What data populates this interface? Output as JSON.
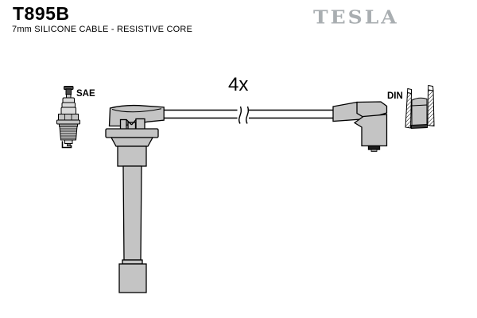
{
  "header": {
    "part_number": "T895B",
    "subtitle": "7mm SILICONE CABLE - RESISTIVE CORE",
    "brand_logo": "TESLA",
    "brand_color": "#A9AEB1"
  },
  "diagram": {
    "quantity_label": "4x",
    "sae_label": "SAE",
    "din_label": "DIN",
    "colors": {
      "background": "#FFFFFF",
      "part_fill": "#C4C4C4",
      "part_fill_light": "#DBDBDB",
      "outline": "#000000"
    },
    "icons": {
      "spark_plug": "spark-plug-icon",
      "coil_boot": "coil-boot-icon",
      "cable_break": "cable-break-icon",
      "din_boot": "din-elbow-boot-icon",
      "din_socket": "din-socket-icon"
    }
  }
}
